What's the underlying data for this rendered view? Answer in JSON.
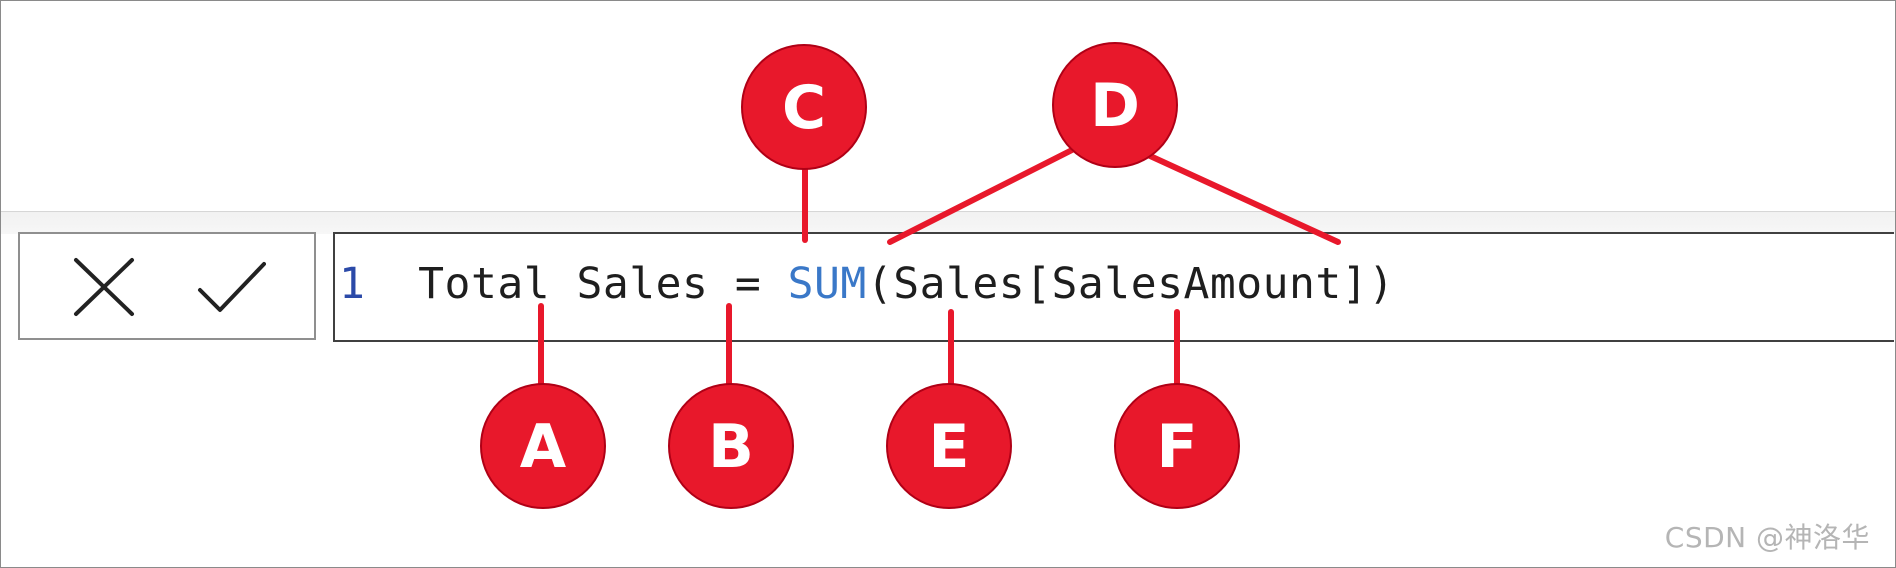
{
  "formula_bar": {
    "cancel_icon": "close-icon",
    "commit_icon": "checkmark-icon",
    "line_number": "1",
    "measure_name": "Total Sales",
    "operator": "=",
    "function_name": "SUM",
    "open_paren": "(",
    "table_name": "Sales",
    "column_ref": "[SalesAmount]",
    "close_paren": ")"
  },
  "callouts": {
    "A": "A",
    "B": "B",
    "C": "C",
    "D": "D",
    "E": "E",
    "F": "F"
  },
  "watermark": "CSDN @神洛华",
  "colors": {
    "marker_red": "#e8182b",
    "function_blue": "#3a78c8",
    "line_number_blue": "#2b4aa8",
    "code_text": "#1e1e1e"
  }
}
